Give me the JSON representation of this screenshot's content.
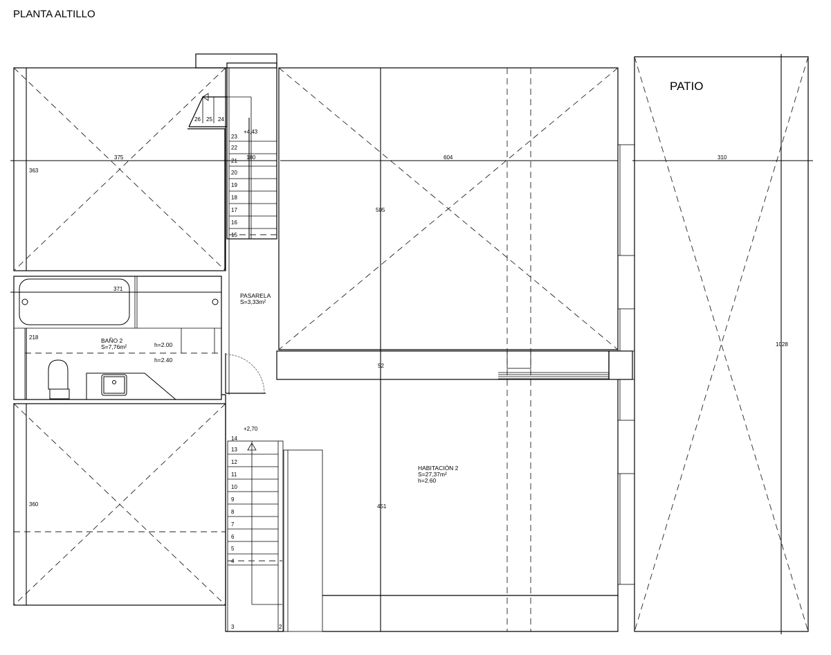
{
  "drawing": {
    "title": "PLANTA ALTILLO",
    "patio_label": "PATIO",
    "line_color": "#000000",
    "background": "#ffffff"
  },
  "rooms": {
    "pasarela": {
      "name": "PASARELA",
      "area": "S=3,33m²"
    },
    "bano": {
      "name": "BAÑO 2",
      "area": "S=7,76m²",
      "height_low": "h=2.00",
      "height_high": "h=2.40"
    },
    "habitacion": {
      "name": "HABITACIÓN 2",
      "area": "S=27,37m²",
      "height": "h=2.60"
    }
  },
  "levels": {
    "upper": "+4,43",
    "lower": "+2,70"
  },
  "dimensions": {
    "top_left_width": "375",
    "top_left_height": "363",
    "stair_width": "180",
    "main_width": "604",
    "main_upper_height": "505",
    "beam": "52",
    "main_lower_height": "451",
    "patio_width": "310",
    "patio_height": "1028",
    "bath_width": "371",
    "bath_height": "218",
    "bottom_left_height": "360"
  },
  "stairs": {
    "upper_landing_steps": [
      "26",
      "25",
      "24"
    ],
    "upper_flight_steps": [
      "23",
      "22",
      "21",
      "20",
      "19",
      "18",
      "17",
      "16",
      "15"
    ],
    "lower_flight_steps": [
      "14",
      "13",
      "12",
      "11",
      "10",
      "9",
      "8",
      "7",
      "6",
      "5",
      "4"
    ],
    "bottom_steps": [
      "3",
      "2"
    ]
  }
}
